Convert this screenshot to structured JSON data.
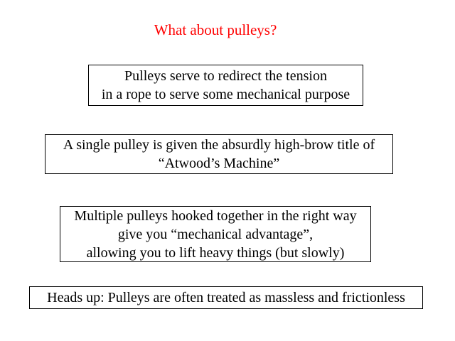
{
  "slide": {
    "title": {
      "text": "What about pulleys?",
      "color": "#ff0000"
    },
    "background": "#ffffff",
    "text_color": "#000000",
    "box_border_color": "#000000",
    "boxes": [
      {
        "lines": [
          "Pulleys serve to redirect the tension",
          "in a rope to serve some mechanical purpose"
        ]
      },
      {
        "lines": [
          "A single pulley is given the absurdly high-brow title of",
          "“Atwood’s Machine”"
        ]
      },
      {
        "lines": [
          "Multiple pulleys hooked together in the right way",
          "give you “mechanical advantage”,",
          "allowing you to lift heavy things (but slowly)"
        ]
      },
      {
        "lines": [
          "Heads up: Pulleys are often treated as massless and frictionless"
        ]
      }
    ]
  }
}
